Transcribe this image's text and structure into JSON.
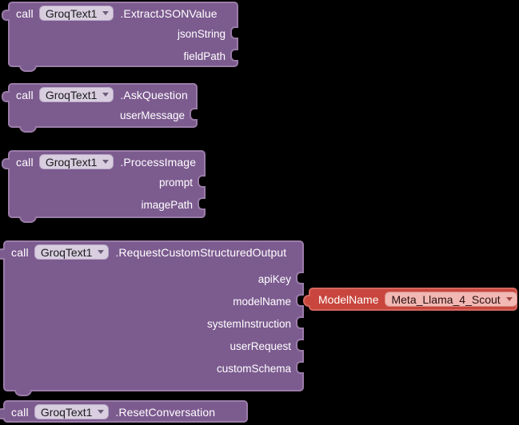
{
  "workspace": {
    "background_color": "#000000",
    "block_color": "#7C5B8F",
    "block_border_color": "#9A7CA8",
    "accent_red": "#C8463D",
    "dropdown_bg": "#D8CEE0"
  },
  "blocks": [
    {
      "id": "extract-json-value",
      "call_label": "call",
      "component": "GroqText1",
      "method": ".ExtractJSONValue",
      "params": [
        "jsonString",
        "fieldPath"
      ]
    },
    {
      "id": "ask-question",
      "call_label": "call",
      "component": "GroqText1",
      "method": ".AskQuestion",
      "params": [
        "userMessage"
      ]
    },
    {
      "id": "process-image",
      "call_label": "call",
      "component": "GroqText1",
      "method": ".ProcessImage",
      "params": [
        "prompt",
        "imagePath"
      ]
    },
    {
      "id": "request-custom-structured-output",
      "call_label": "call",
      "component": "GroqText1",
      "method": ".RequestCustomStructuredOutput",
      "params": [
        "apiKey",
        "modelName",
        "systemInstruction",
        "userRequest",
        "customSchema"
      ]
    },
    {
      "id": "reset-conversation",
      "call_label": "call",
      "component": "GroqText1",
      "method": ".ResetConversation",
      "params": []
    }
  ],
  "attached_value_block": {
    "id": "model-name-getter",
    "label": "ModelName",
    "selected_option": "Meta_Llama_4_Scout",
    "attached_to_param": "modelName"
  }
}
